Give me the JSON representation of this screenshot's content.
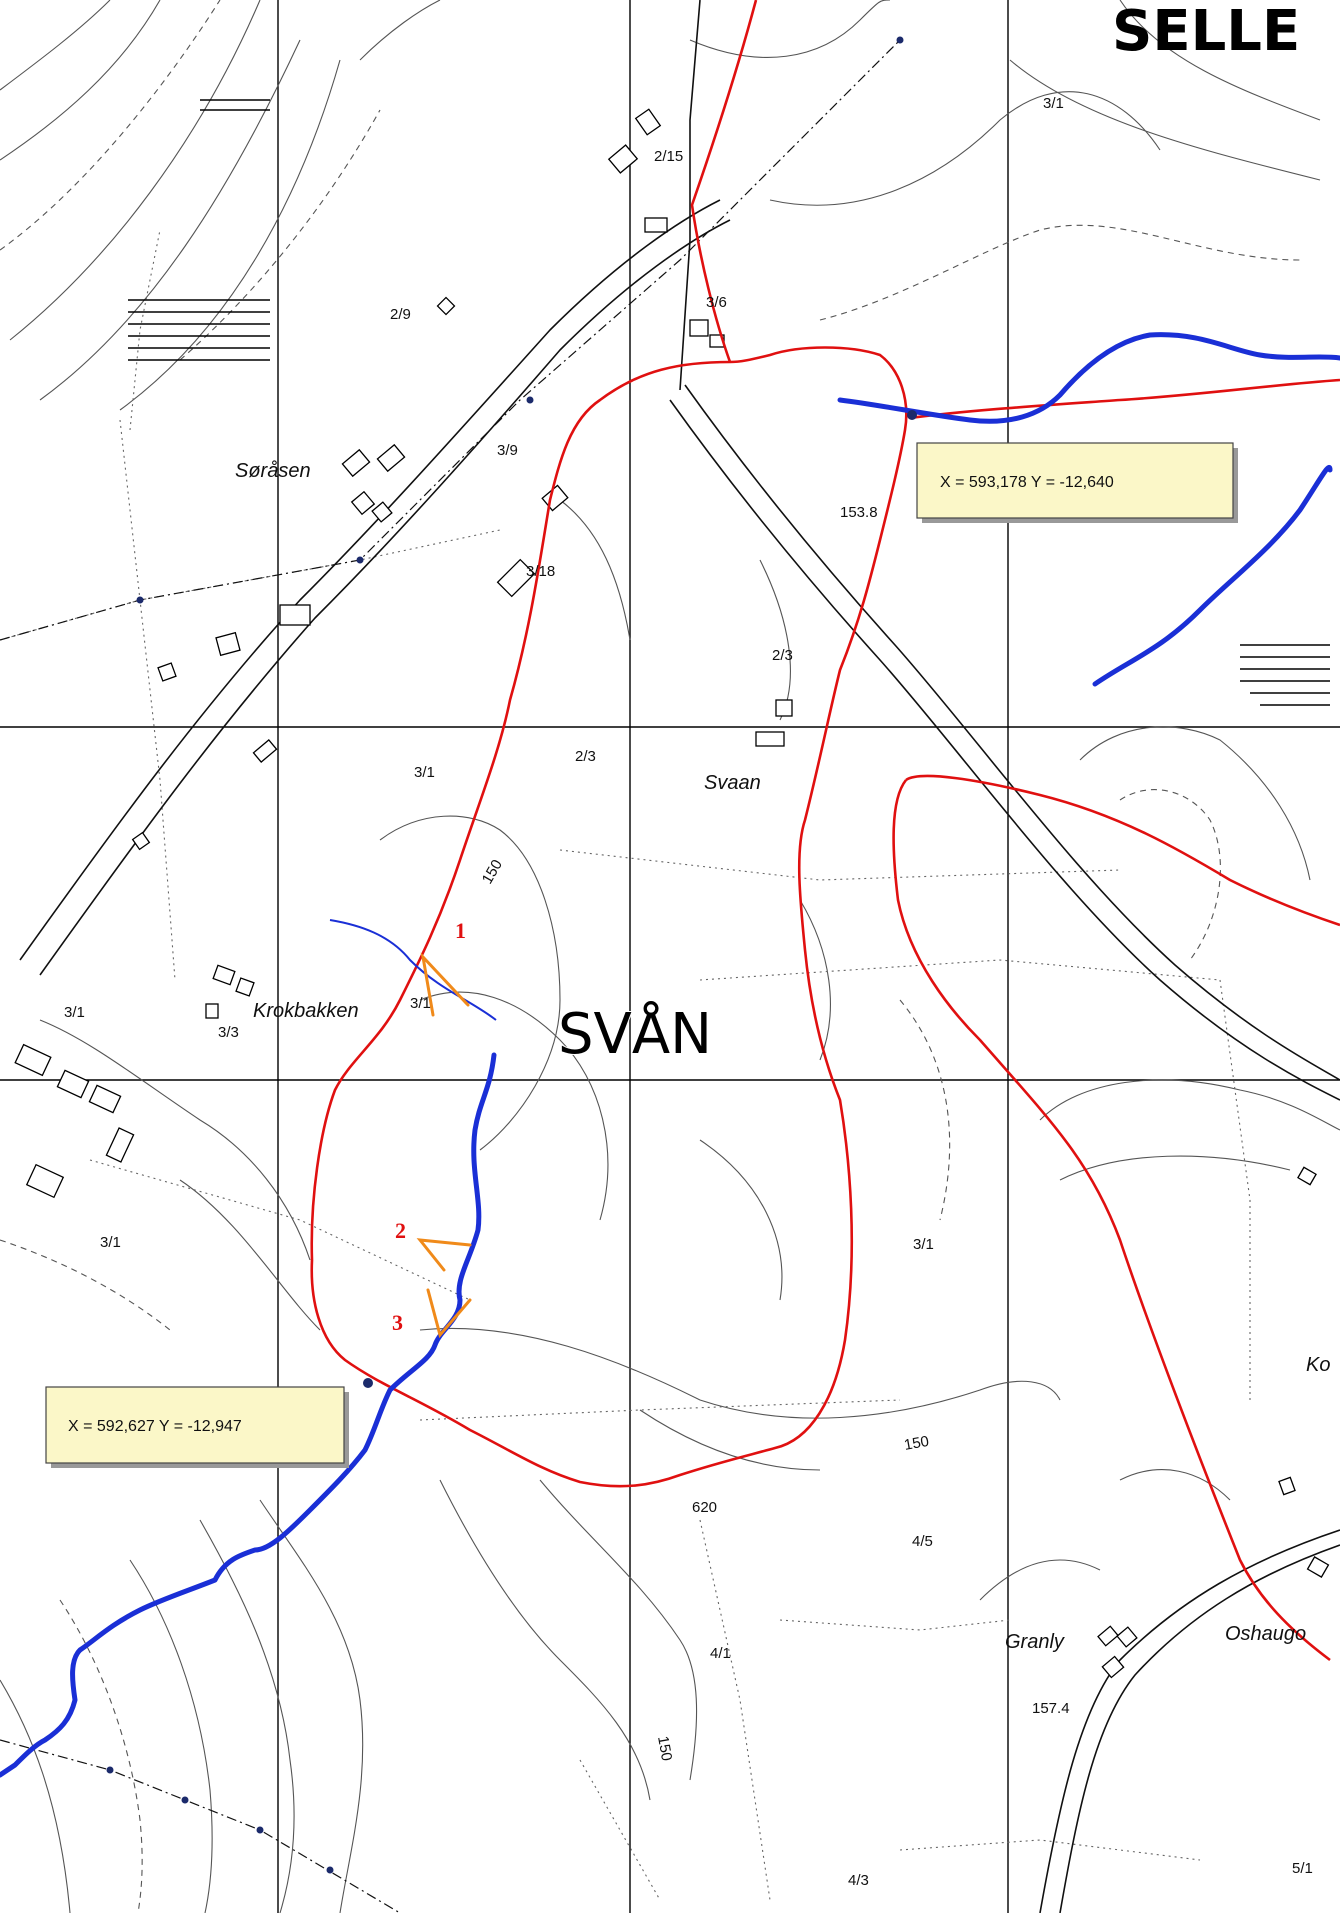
{
  "place_names": {
    "main": "SVÅN",
    "top_right": "SELLE",
    "right_edge": "Ko"
  },
  "locality_labels": {
    "sorasen": "Søråsen",
    "svaan": "Svaan",
    "krokbakken": "Krokbakken",
    "granly": "Granly",
    "oshaugen": "Oshaugo"
  },
  "parcel_labels": [
    "3/1",
    "2/15",
    "2/9",
    "3/9",
    "3/6",
    "3/18",
    "2/3",
    "3/1",
    "2/3",
    "3/1",
    "3/3",
    "3/1",
    "3/1",
    "4/5",
    "4/1",
    "4/3",
    "5/1",
    "3/1"
  ],
  "elevation_labels": {
    "e1": "153.8",
    "e2": "157.4",
    "c150a": "150",
    "c150b": "150",
    "c150c": "150",
    "c620": "620"
  },
  "markers": {
    "m1": "1",
    "m2": "2",
    "m3": "3"
  },
  "coordinates": {
    "northeast": "X = 593,178   Y = -12,640",
    "southwest": "X = 592,627   Y = -12,947"
  },
  "colors": {
    "boundary": "#e01010",
    "river": "#1a2fd6",
    "markers": "#f08a1a",
    "coord_box": "#fbf7c8"
  }
}
